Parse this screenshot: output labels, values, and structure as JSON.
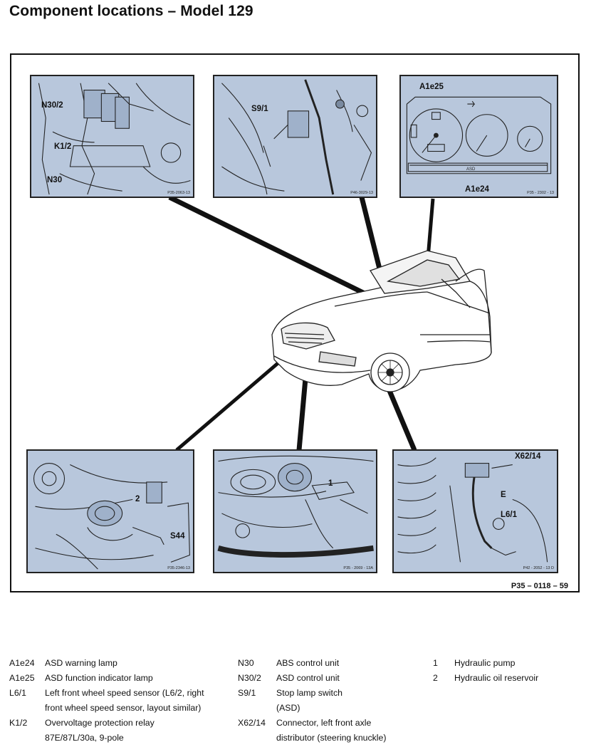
{
  "title": "Component locations – Model 129",
  "reference": "P35 – 0118 – 59",
  "panels": {
    "top_left": {
      "labels": [
        "N30/2",
        "K1/2",
        "N30"
      ],
      "code": "P35-2063-13"
    },
    "top_middle": {
      "labels": [
        "S9/1"
      ],
      "code": "P46-3029-13"
    },
    "top_right": {
      "labels": [
        "A1e25",
        "A1e24"
      ],
      "code": "P35 - 2302 - 13",
      "display_text": "ASD"
    },
    "bottom_left": {
      "labels": [
        "2",
        "S44"
      ],
      "code": "P35-2346-13"
    },
    "bottom_middle": {
      "labels": [
        "1"
      ],
      "code": "P35 - 2069 - 13A"
    },
    "bottom_right": {
      "labels": [
        "X62/14",
        "E",
        "L6/1"
      ],
      "code": "P42 - 2052 - 13 D"
    }
  },
  "legend": {
    "col1": [
      {
        "code": "A1e24",
        "lines": [
          "ASD warning lamp"
        ]
      },
      {
        "code": "A1e25",
        "lines": [
          "ASD function indicator lamp"
        ]
      },
      {
        "code": "L6/1",
        "lines": [
          "Left front wheel speed sensor (L6/2, right",
          "front wheel speed sensor, layout similar)"
        ]
      },
      {
        "code": "K1/2",
        "lines": [
          "Overvoltage protection relay",
          "87E/87L/30a, 9-pole"
        ]
      }
    ],
    "col2": [
      {
        "code": "N30",
        "lines": [
          "ABS control unit"
        ]
      },
      {
        "code": "N30/2",
        "lines": [
          "ASD control unit"
        ]
      },
      {
        "code": "S9/1",
        "lines": [
          "Stop lamp switch",
          "(ASD)"
        ]
      },
      {
        "code": "X62/14",
        "lines": [
          "Connector, left front axle",
          "distributor (steering knuckle)"
        ]
      }
    ],
    "col3": [
      {
        "code": "1",
        "lines": [
          "Hydraulic pump"
        ]
      },
      {
        "code": "2",
        "lines": [
          "Hydraulic oil reservoir"
        ]
      }
    ]
  }
}
